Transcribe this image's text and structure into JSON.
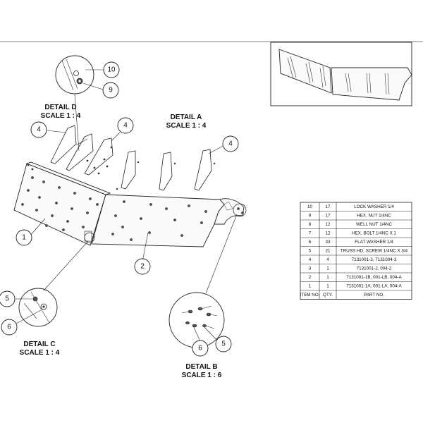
{
  "details": {
    "d": {
      "title": "DETAIL D",
      "scale": "SCALE 1 : 4"
    },
    "a": {
      "title": "DETAIL A",
      "scale": "SCALE 1 : 4"
    },
    "c": {
      "title": "DETAIL C",
      "scale": "SCALE 1 : 4"
    },
    "b": {
      "title": "DETAIL B",
      "scale": "SCALE 1 : 6"
    }
  },
  "balloons": {
    "b10": "10",
    "b9": "9",
    "b4a": "4",
    "b4b": "4",
    "b4c": "4",
    "b1": "1",
    "b2": "2",
    "b5c": "5",
    "b6c": "6",
    "b6b": "6",
    "b5b": "5"
  },
  "bom": {
    "header": {
      "item": "ITEM NO.",
      "qty": "QTY.",
      "part": "PART NO."
    },
    "rows": [
      {
        "item": "10",
        "qty": "17",
        "part": "LOCK WASHER 1/4"
      },
      {
        "item": "9",
        "qty": "17",
        "part": "HEX. NUT 1/4NC"
      },
      {
        "item": "8",
        "qty": "12",
        "part": "WELL NUT 1/4NC"
      },
      {
        "item": "7",
        "qty": "12",
        "part": "HEX. BOLT 1/4NC X 1"
      },
      {
        "item": "6",
        "qty": "33",
        "part": "FLAT WASHER 1/4"
      },
      {
        "item": "5",
        "qty": "21",
        "part": "TRUSS HD. SCREW 1/4NC X 3/4"
      },
      {
        "item": "4",
        "qty": "4",
        "part": "7131001-3, 7131004-3"
      },
      {
        "item": "3",
        "qty": "1",
        "part": "7131001-2, 004-2"
      },
      {
        "item": "2",
        "qty": "1",
        "part": "7131001-1B, 001-LB, 004-A"
      },
      {
        "item": "1",
        "qty": "1",
        "part": "7131001-1A, 001-LA, 004-A"
      }
    ]
  }
}
